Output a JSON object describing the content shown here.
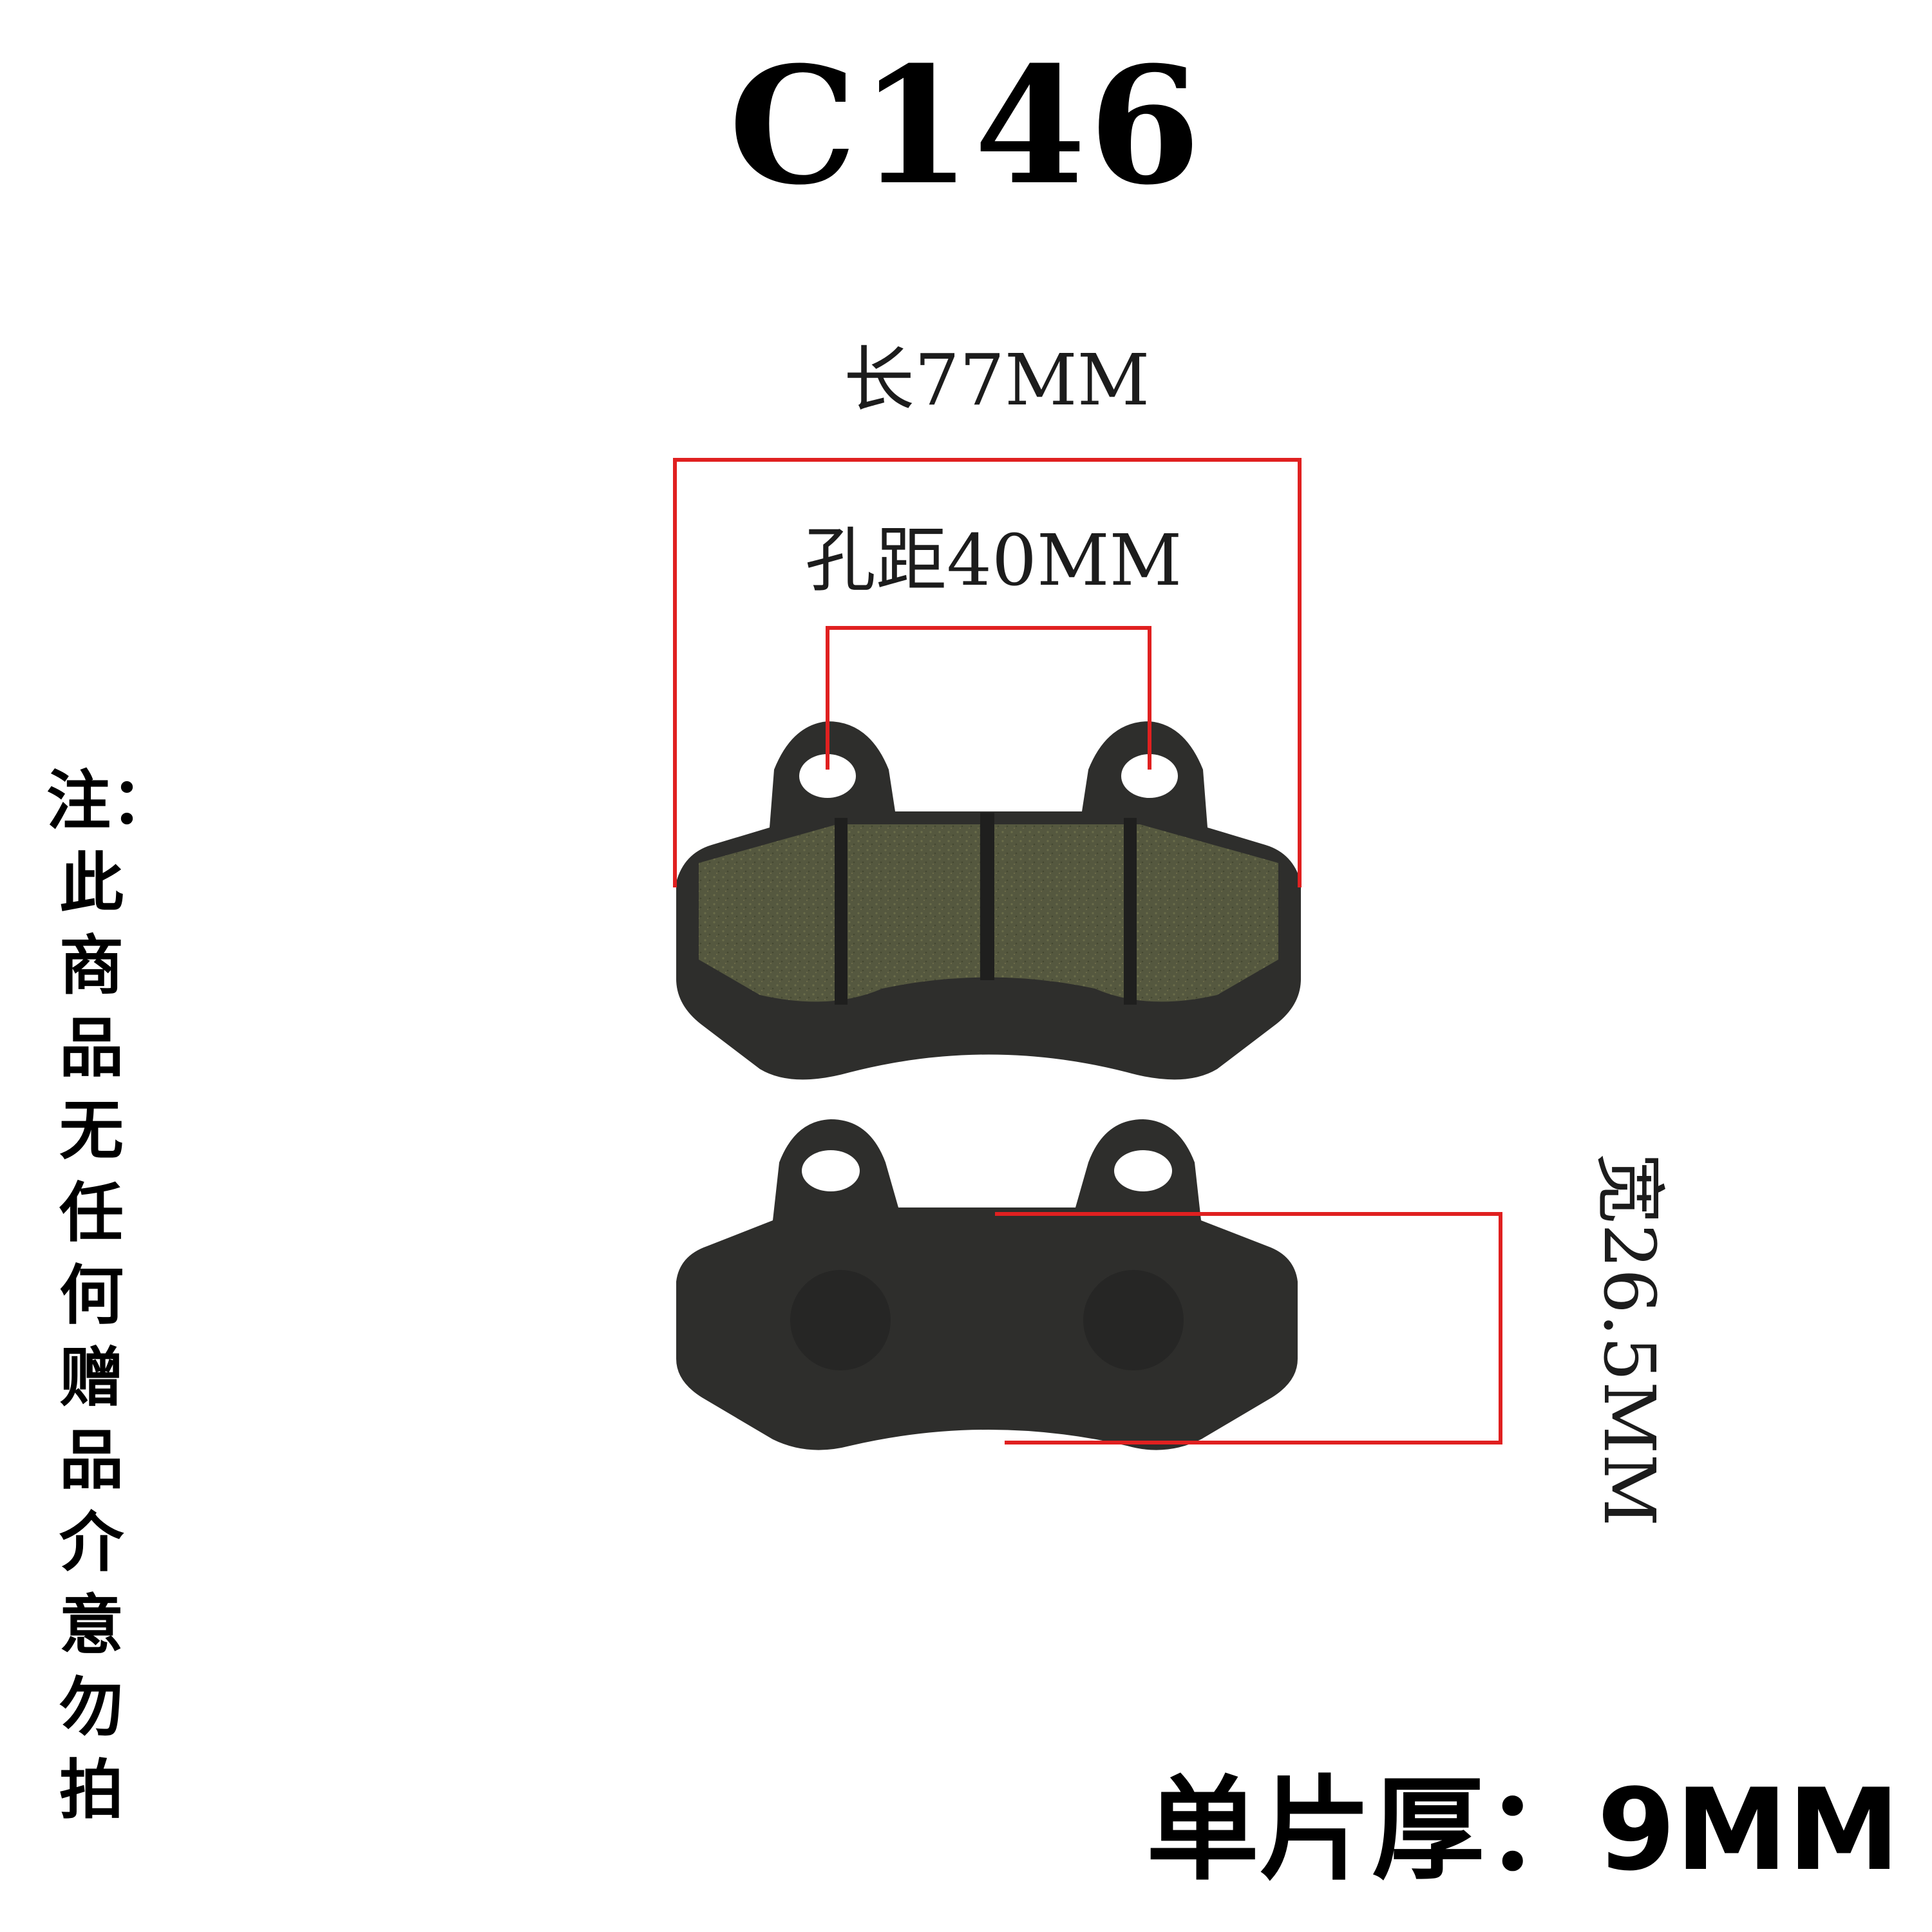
{
  "product": {
    "model": "C146",
    "length_label": "长77MM",
    "hole_spacing_label": "孔距40MM",
    "width_label": "宽26.5MM",
    "thickness_label": "单片厚：9MM",
    "note": "注：此商品无任何赠品介意勿拍"
  },
  "colors": {
    "background": "#ffffff",
    "text": "#000000",
    "dimension_line": "#e02020",
    "pad_backing": "#2e2e2c",
    "friction_material": "#55583f"
  },
  "icons": [
    "brake-pad-front-image",
    "brake-pad-back-image"
  ]
}
